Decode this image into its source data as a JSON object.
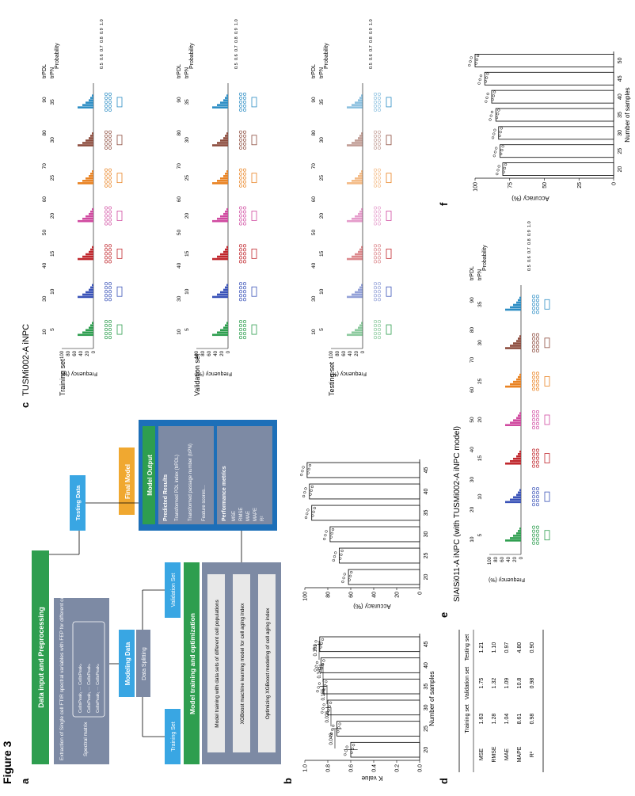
{
  "figure_title": "Figure 3",
  "panel_labels": {
    "a": "a",
    "b": "b",
    "c": "c",
    "d": "d",
    "e": "e",
    "f": "f"
  },
  "colors": {
    "green": "#2e9e4f",
    "blue_box": "#39a6e3",
    "orange_box": "#f0a830",
    "gray_panel": "#7d8aa4",
    "light_gray": "#e8e8e8",
    "navy": "#1d6fb8",
    "blue_dot": "#3a53b8",
    "red": "#c0272d",
    "pink": "#d04aa0",
    "orange": "#e98221",
    "brown": "#8c4b3d",
    "cyan": "#2c8dc4"
  },
  "flowchart": {
    "input_title": "Data input and Preprocessing",
    "extraction_text": "Extraction of Single cell FTIR spectral variables with FEP for different cell population",
    "matrix_label": "Spectral matrix",
    "matrix_cells": [
      "CellsPeak₁ ··· CellsPeakₙ",
      "CellsPeak₁ ··· CellsPeakₙ",
      "CellsPeak₁ ··· CellsPeakₙ"
    ],
    "modeling_title": "Modeling Data",
    "data_splitting": "Data Splitting",
    "training_set": "Training Set",
    "validation_set": "Validation Set",
    "testing_data": "Testing Data",
    "training_title": "Model training and optimization",
    "step1": "Model training with data sets of different cell populations",
    "step2": "XGBoost machine learning model for cell aging index",
    "step3": "Optimizing XGBoost modeling of cell aging index",
    "final_model": "Final Model",
    "output_title": "Model Output",
    "predicted_title": "Predicted Results",
    "predicted_items": [
      "Transformed PDL index (trPDL)",
      "Transformed passage number (trPN)",
      "Feature scores…"
    ],
    "performance_title": "Performance metrics",
    "performance_items": [
      "MSE",
      "RMSE",
      "MAE",
      "MAPE",
      "R²"
    ]
  },
  "panel_b": {
    "k_ylabel": "K value",
    "k_yticks": [
      "0.0",
      "0.2",
      "0.4",
      "0.6",
      "0.8",
      "1.0"
    ],
    "acc_ylabel": "Accuracy (%)",
    "acc_yticks": [
      "0",
      "20",
      "40",
      "60",
      "80",
      "100"
    ],
    "xlabel": "Number of samples",
    "xticks": [
      "20",
      "25",
      "30",
      "35",
      "40",
      "45"
    ],
    "pvalues": [
      "0.049",
      "0.026",
      "0.155",
      "0.345",
      "0.101"
    ]
  },
  "panel_c": {
    "title": "TUSMi002-A iNPC",
    "row_labels": [
      "Training set",
      "Validation set",
      "Testing set"
    ],
    "freq_label": "Frequency (%)",
    "freq_ticks": [
      "0",
      "20",
      "40",
      "60",
      "80",
      "100"
    ],
    "trpn_label": "trPN",
    "trpdl_label": "trPDL",
    "trpn_ticks": [
      "5",
      "10",
      "15",
      "20",
      "25",
      "30",
      "35"
    ],
    "trpdl_ticks": [
      "10",
      "30",
      "40",
      "50",
      "60",
      "70",
      "80",
      "90"
    ],
    "prob_label": "Probability",
    "prob_ticks": [
      "0.5",
      "0.6",
      "0.7",
      "0.8",
      "0.9",
      "1.0"
    ]
  },
  "panel_d": {
    "columns": [
      "",
      "Training set",
      "Validation set",
      "Testing set"
    ],
    "rows": [
      [
        "MSE",
        "1.63",
        "1.75",
        "1.21"
      ],
      [
        "RMSE",
        "1.28",
        "1.32",
        "1.10"
      ],
      [
        "MAE",
        "1.04",
        "1.09",
        "0.97"
      ],
      [
        "MAPE",
        "8.61",
        "10.8",
        "4.80"
      ],
      [
        "R²",
        "0.98",
        "0.98",
        "0.90"
      ]
    ]
  },
  "panel_e": {
    "title": "SIAISi011-A iNPC (with TUSMi002-A iNPC model)",
    "freq_label": "Frequency (%)",
    "freq_ticks": [
      "0",
      "20",
      "40",
      "60",
      "80",
      "100"
    ],
    "trpn_label": "trPN",
    "trpdl_label": "trPDL",
    "trpn_ticks": [
      "5",
      "10",
      "15",
      "20",
      "25",
      "30",
      "35"
    ],
    "trpdl_ticks": [
      "10",
      "20",
      "30",
      "40",
      "50",
      "60",
      "70",
      "80",
      "90"
    ],
    "prob_label": "Probability",
    "prob_ticks": [
      "0.5",
      "0.6",
      "0.7",
      "0.8",
      "0.9",
      "1.0"
    ]
  },
  "panel_f": {
    "ylabel": "Accuracy (%)",
    "yticks": [
      "0",
      "25",
      "50",
      "75",
      "100"
    ],
    "xlabel": "Number of samples",
    "xticks": [
      "20",
      "25",
      "30",
      "35",
      "40",
      "45",
      "50"
    ]
  },
  "chart_data": [
    {
      "type": "bar",
      "panel": "b-k",
      "categories": [
        "20",
        "25",
        "30",
        "35",
        "40",
        "45"
      ],
      "values": [
        0.6,
        0.72,
        0.8,
        0.84,
        0.86,
        0.87
      ],
      "errors": [
        0.06,
        0.04,
        0.02,
        0.03,
        0.02,
        0.02
      ],
      "ylabel": "K value",
      "xlabel": "Number of samples",
      "ylim": [
        0,
        1.0
      ]
    },
    {
      "type": "bar",
      "panel": "b-accuracy",
      "categories": [
        "20",
        "25",
        "30",
        "35",
        "40",
        "45"
      ],
      "values": [
        62,
        70,
        78,
        94,
        96,
        98
      ],
      "ylabel": "Accuracy (%)",
      "xlabel": "Number of samples",
      "ylim": [
        0,
        100
      ]
    },
    {
      "type": "bar",
      "panel": "f",
      "categories": [
        "20",
        "25",
        "30",
        "35",
        "40",
        "45",
        "50"
      ],
      "values": [
        80,
        82,
        83,
        85,
        88,
        93,
        100
      ],
      "ylabel": "Accuracy (%)",
      "xlabel": "Number of samples",
      "ylim": [
        0,
        100
      ]
    }
  ]
}
